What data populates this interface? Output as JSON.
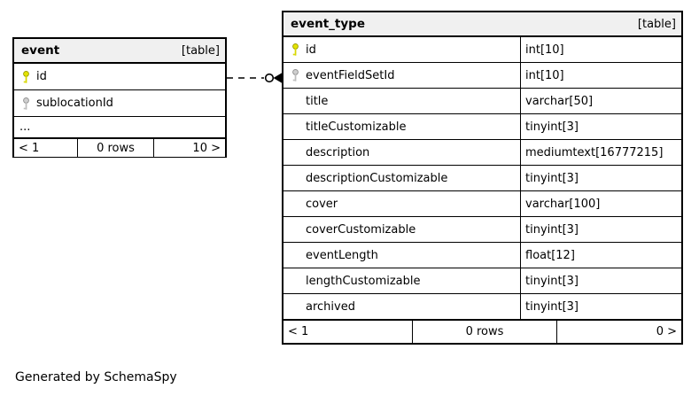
{
  "caption": "Generated by SchemaSpy",
  "colors": {
    "header_bg": "#f0f0f0",
    "border": "#000000",
    "primary_key": "#e3e300",
    "foreign_key": "#bdbdbd",
    "row_bg": "#ffffff"
  },
  "relationship": {
    "style": "dashed",
    "from_table": "event",
    "from_column": "id",
    "to_table": "event_type",
    "to_column": "eventFieldSetId",
    "end_marker": "open-circle-with-arrowhead"
  },
  "tables": {
    "event": {
      "title": "event",
      "badge": "[table]",
      "rows": [
        {
          "name": "id",
          "key": "primary"
        },
        {
          "name": "sublocationId",
          "key": "foreign"
        },
        {
          "name": "...",
          "key": "none"
        }
      ],
      "pager": {
        "prev": "< 1",
        "count": "0 rows",
        "next": "10 >"
      }
    },
    "event_type": {
      "title": "event_type",
      "badge": "[table]",
      "rows": [
        {
          "name": "id",
          "type": "int[10]",
          "key": "primary"
        },
        {
          "name": "eventFieldSetId",
          "type": "int[10]",
          "key": "foreign"
        },
        {
          "name": "title",
          "type": "varchar[50]",
          "key": "none"
        },
        {
          "name": "titleCustomizable",
          "type": "tinyint[3]",
          "key": "none"
        },
        {
          "name": "description",
          "type": "mediumtext[16777215]",
          "key": "none"
        },
        {
          "name": "descriptionCustomizable",
          "type": "tinyint[3]",
          "key": "none"
        },
        {
          "name": "cover",
          "type": "varchar[100]",
          "key": "none"
        },
        {
          "name": "coverCustomizable",
          "type": "tinyint[3]",
          "key": "none"
        },
        {
          "name": "eventLength",
          "type": "float[12]",
          "key": "none"
        },
        {
          "name": "lengthCustomizable",
          "type": "tinyint[3]",
          "key": "none"
        },
        {
          "name": "archived",
          "type": "tinyint[3]",
          "key": "none"
        }
      ],
      "pager": {
        "prev": "< 1",
        "count": "0 rows",
        "next": "0 >"
      }
    }
  }
}
